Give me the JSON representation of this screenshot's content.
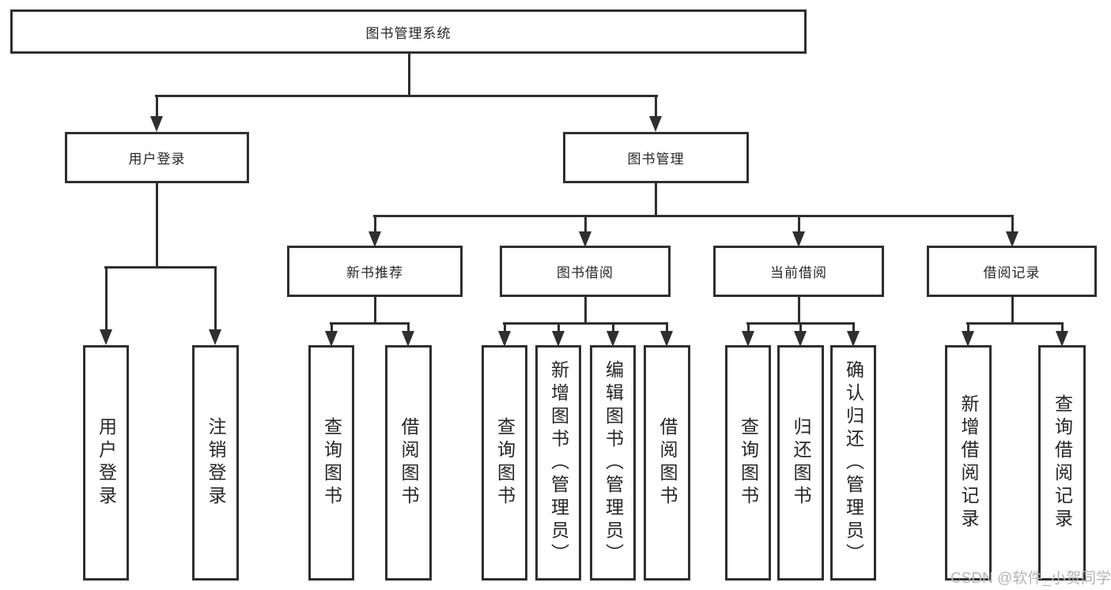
{
  "tree": {
    "root": {
      "label": "图书管理系统",
      "children": [
        {
          "label": "用户登录",
          "children": [
            {
              "label": "用户登录"
            },
            {
              "label": "注销登录"
            }
          ]
        },
        {
          "label": "图书管理",
          "children": [
            {
              "label": "新书推荐",
              "children": [
                {
                  "label": "查询图书"
                },
                {
                  "label": "借阅图书"
                }
              ]
            },
            {
              "label": "图书借阅",
              "children": [
                {
                  "label": "查询图书"
                },
                {
                  "label": "新增图书（管理员）"
                },
                {
                  "label": "编辑图书（管理员）"
                },
                {
                  "label": "借阅图书"
                }
              ]
            },
            {
              "label": "当前借阅",
              "children": [
                {
                  "label": "查询图书"
                },
                {
                  "label": "归还图书"
                },
                {
                  "label": "确认归还（管理员）"
                }
              ]
            },
            {
              "label": "借阅记录",
              "children": [
                {
                  "label": "新增借阅记录"
                },
                {
                  "label": "查询借阅记录"
                }
              ]
            }
          ]
        }
      ]
    }
  },
  "watermark": {
    "text": "CSDN @软件_小贺同学"
  },
  "colors": {
    "line": "#2f2f2f",
    "box_border": "#2f2f2f",
    "box_background": "#ffffff",
    "text": "#262626",
    "watermark_text": "#b5b5b5",
    "page_background": "#ffffff"
  }
}
